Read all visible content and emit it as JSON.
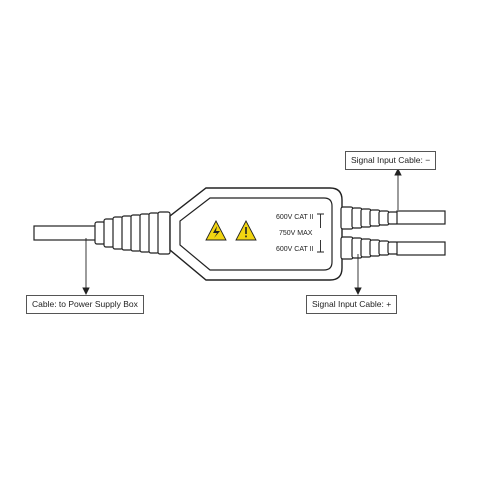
{
  "callouts": {
    "power_cable": "Cable: to Power Supply Box",
    "signal_minus": "Signal Input Cable: −",
    "signal_plus": "Signal Input Cable: +"
  },
  "ratings": {
    "top": "600V CAT II",
    "middle": "750V MAX",
    "bottom": "600V CAT II"
  },
  "icons": {
    "warning_left": "electrical-hazard-warning-icon",
    "warning_right": "caution-warning-icon"
  },
  "colors": {
    "line": "#222222",
    "warning_fill": "#f2d511"
  }
}
